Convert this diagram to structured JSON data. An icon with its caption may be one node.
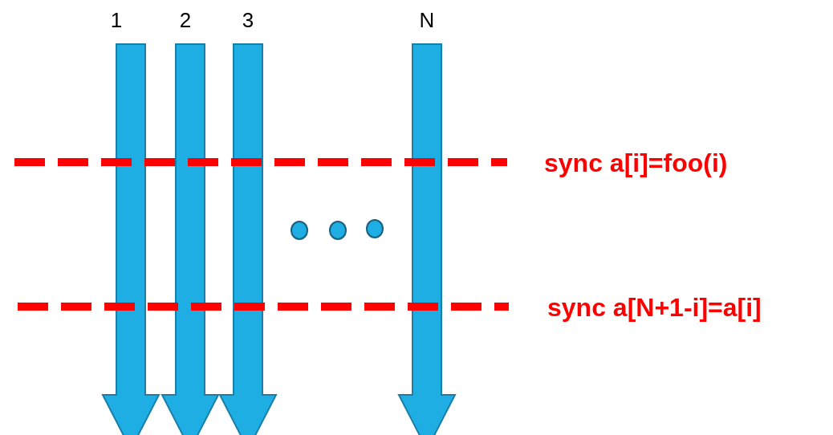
{
  "diagram": {
    "labels": [
      "1",
      "2",
      "3",
      "N",
      "sync a[i]=foo(i)",
      "sync a[N+1-i]=a[i]"
    ]
  }
}
